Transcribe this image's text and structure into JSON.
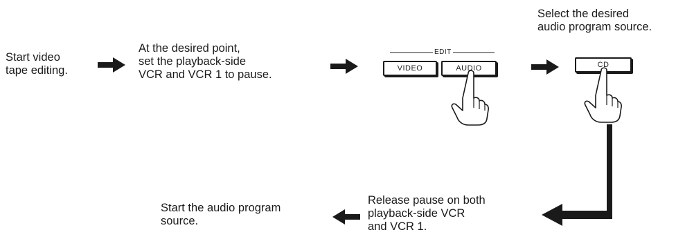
{
  "colors": {
    "ink": "#1a1a1a",
    "background": "#ffffff"
  },
  "steps": {
    "step1": {
      "line1": "Start video",
      "line2": "tape editing."
    },
    "step2": {
      "line1": "At the desired point,",
      "line2": "set the playback-side",
      "line3": "VCR and VCR 1 to pause."
    },
    "step4": {
      "line1": "Select the desired",
      "line2": "audio program source."
    },
    "step5": {
      "line1": "Release pause on both",
      "line2": "playback-side VCR",
      "line3": "and VCR 1."
    },
    "step6": {
      "line1": "Start the audio program",
      "line2": "source."
    }
  },
  "edit_panel": {
    "group_label": "EDIT",
    "video_button": "VIDEO",
    "audio_button": "AUDIO"
  },
  "cd_panel": {
    "cd_button": "CD"
  },
  "icons": [
    "arrow-right-icon",
    "arrow-left-icon",
    "pointing-hand-icon",
    "elbow-arrow-icon"
  ]
}
